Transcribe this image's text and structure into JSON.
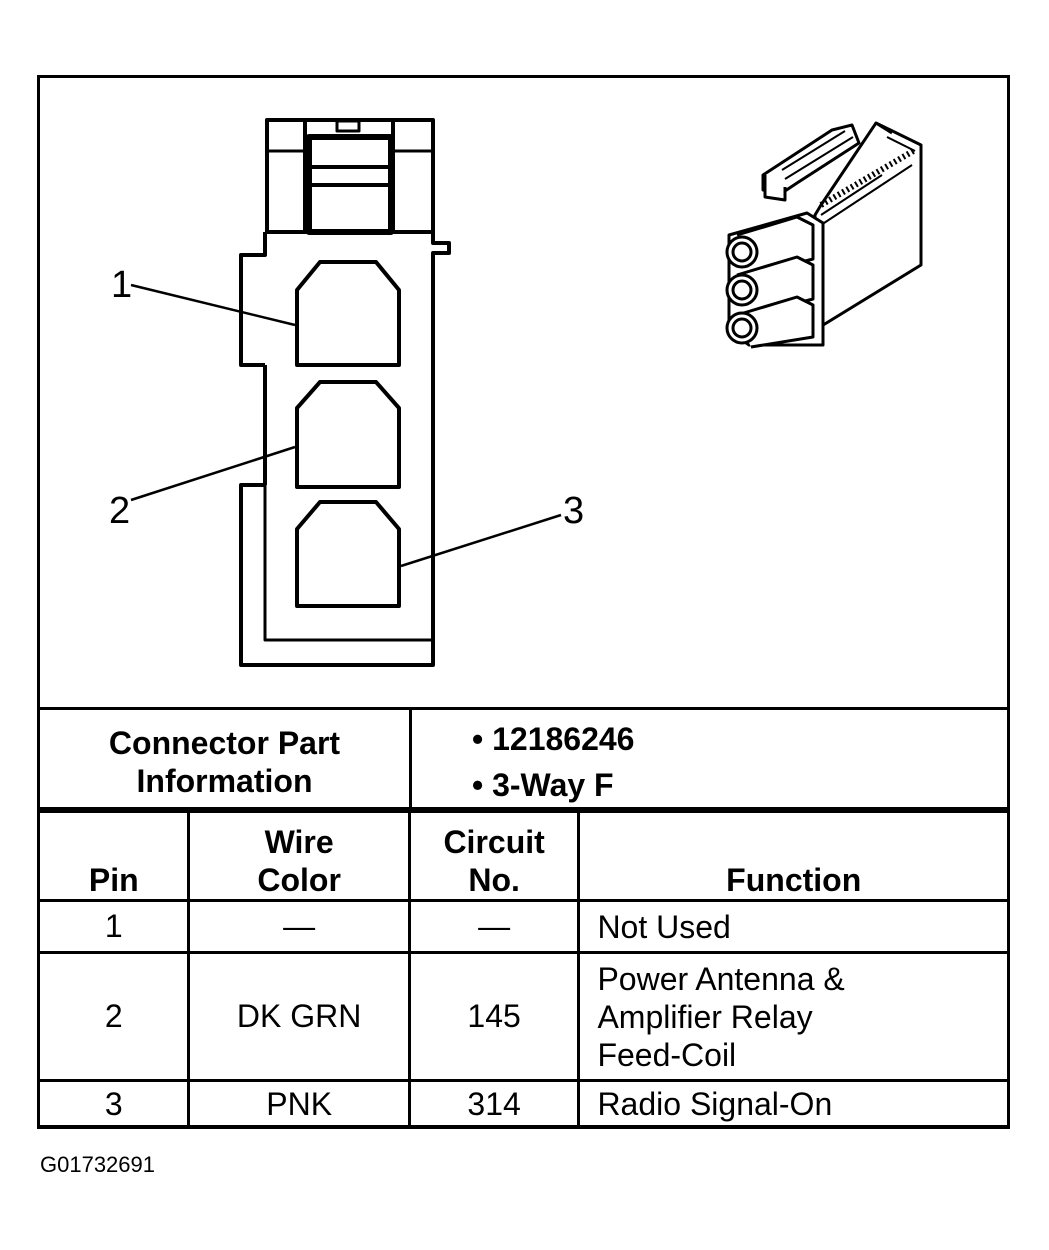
{
  "diagram": {
    "pin_callouts": [
      "1",
      "2",
      "3"
    ]
  },
  "connector_info": {
    "label_line1": "Connector Part",
    "label_line2": "Information",
    "items": [
      "12186246",
      "3-Way F"
    ]
  },
  "table": {
    "headers": {
      "pin": "Pin",
      "wire_color_line1": "Wire",
      "wire_color_line2": "Color",
      "circuit_line1": "Circuit",
      "circuit_line2": "No.",
      "function": "Function"
    },
    "rows": [
      {
        "pin": "1",
        "wire_color": "—",
        "circuit": "—",
        "function_lines": [
          "Not Used"
        ]
      },
      {
        "pin": "2",
        "wire_color": "DK GRN",
        "circuit": "145",
        "function_lines": [
          "Power Antenna &",
          "Amplifier Relay",
          "Feed-Coil"
        ]
      },
      {
        "pin": "3",
        "wire_color": "PNK",
        "circuit": "314",
        "function_lines": [
          "Radio Signal-On"
        ]
      }
    ]
  },
  "figure_id": "G01732691"
}
